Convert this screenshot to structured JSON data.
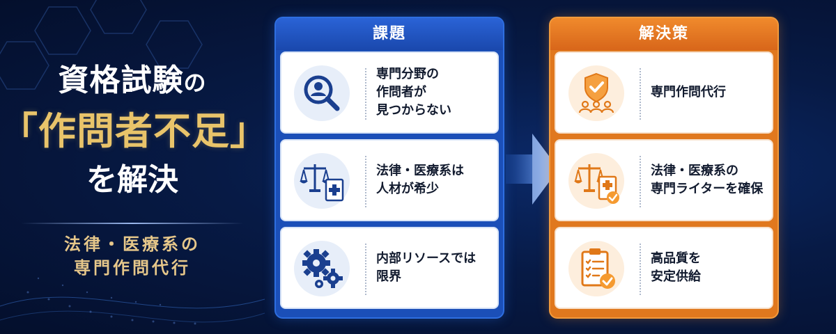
{
  "headline": {
    "line1_main": "資格試験",
    "line1_particle": "の",
    "line2": "「作問者不足」",
    "line3": "を解決"
  },
  "subline": {
    "line1": "法律・医療系の",
    "line2": "専門作問代行"
  },
  "problems": {
    "title": "課題",
    "items": [
      {
        "icon": "search-person-icon",
        "lines": [
          "専門分野の",
          "作問者が",
          "見つからない"
        ]
      },
      {
        "icon": "scales-document-icon",
        "lines": [
          "法律・医療系は",
          "人材が希少"
        ]
      },
      {
        "icon": "gears-icon",
        "lines": [
          "内部リソースでは",
          "限界"
        ]
      }
    ]
  },
  "solutions": {
    "title": "解決策",
    "items": [
      {
        "icon": "shield-team-icon",
        "lines": [
          "専門作問代行"
        ]
      },
      {
        "icon": "scales-document-check-icon",
        "lines": [
          "法律・医療系の",
          "専門ライターを確保"
        ]
      },
      {
        "icon": "clipboard-check-icon",
        "lines": [
          "高品質を",
          "安定供給"
        ]
      }
    ]
  },
  "colors": {
    "background": "#071a45",
    "problem_accent": "#1b4fb8",
    "solution_accent": "#e0781e",
    "headline_gold": "#e9c46a"
  }
}
